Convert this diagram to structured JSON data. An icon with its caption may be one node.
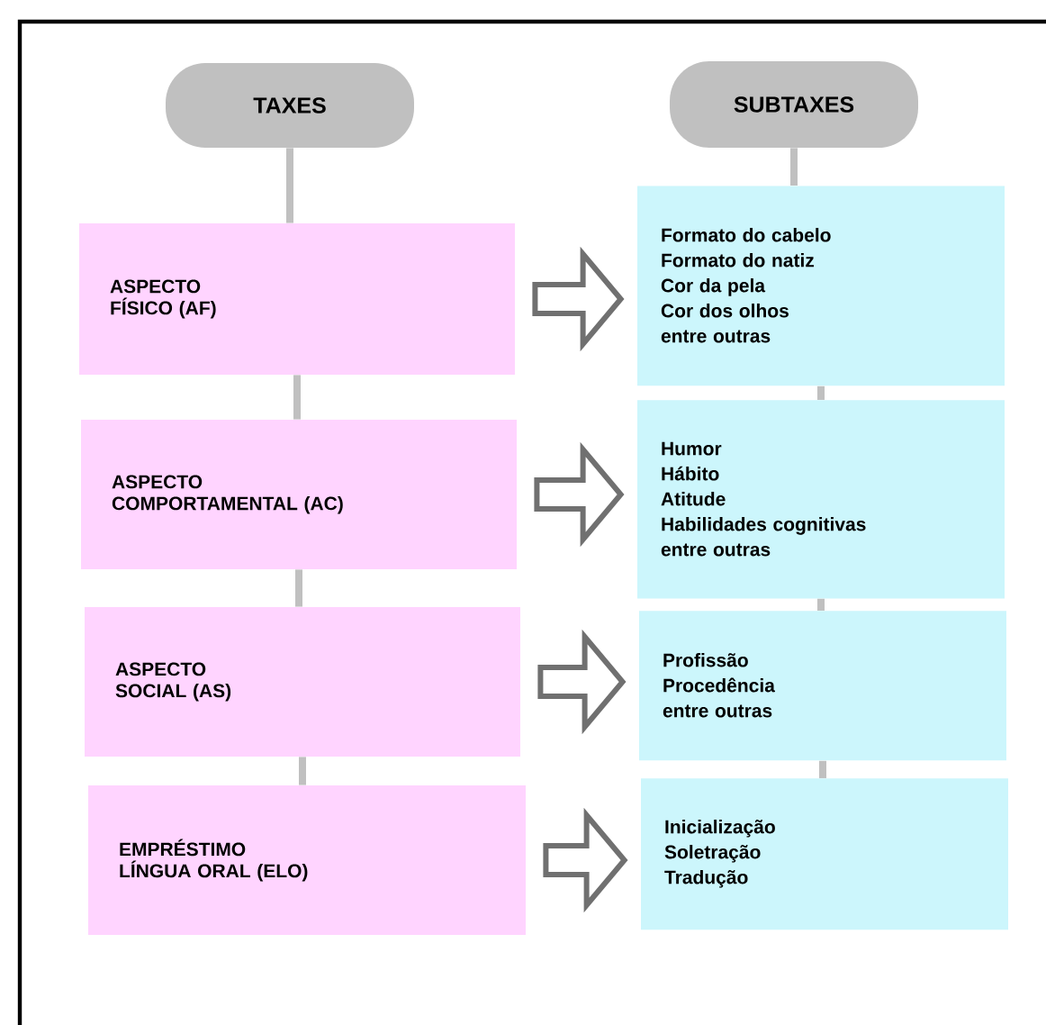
{
  "diagram": {
    "nodes": [
      {
        "text": [
          "TAXES"
        ]
      },
      {
        "text": [
          "SUBTAXES"
        ]
      },
      {
        "text": [
          "ASPECTO",
          "FÍSICO (AF)"
        ]
      },
      {
        "text": [
          "ASPECTO",
          "COMPORTAMENTAL (AC)"
        ]
      },
      {
        "text": [
          "ASPECTO",
          "SOCIAL (AS)"
        ]
      },
      {
        "text": [
          "EMPRÉSTIMO",
          "LÍNGUA ORAL (ELO)"
        ]
      },
      {
        "text": [
          "Formato do cabelo",
          "Formato do natiz",
          "Cor da pela",
          "Cor dos olhos",
          "entre outras"
        ]
      },
      {
        "text": [
          "Humor",
          "Hábito",
          "Atitude",
          "Habilidades cognitivas",
          "entre outras"
        ]
      },
      {
        "text": [
          "Profissão",
          "Procedência",
          "entre outras"
        ]
      },
      {
        "text": [
          "Inicialização",
          "Soletração",
          "Tradução"
        ]
      }
    ],
    "edges": [
      {
        "from": 0,
        "to": 2,
        "arrow": "none"
      },
      {
        "from": 2,
        "to": 3,
        "arrow": "none"
      },
      {
        "from": 3,
        "to": 4,
        "arrow": "none"
      },
      {
        "from": 4,
        "to": 5,
        "arrow": "none"
      },
      {
        "from": 1,
        "to": 6,
        "arrow": "none"
      },
      {
        "from": 6,
        "to": 7,
        "arrow": "none"
      },
      {
        "from": 7,
        "to": 8,
        "arrow": "none"
      },
      {
        "from": 8,
        "to": 9,
        "arrow": "none"
      },
      {
        "from": 2,
        "to": 6,
        "arrow": "to",
        "style": "thick"
      },
      {
        "from": 3,
        "to": 7,
        "arrow": "to",
        "style": "thick"
      },
      {
        "from": 4,
        "to": 8,
        "arrow": "to",
        "style": "thick"
      },
      {
        "from": 5,
        "to": 9,
        "arrow": "to",
        "style": "thick"
      }
    ]
  }
}
